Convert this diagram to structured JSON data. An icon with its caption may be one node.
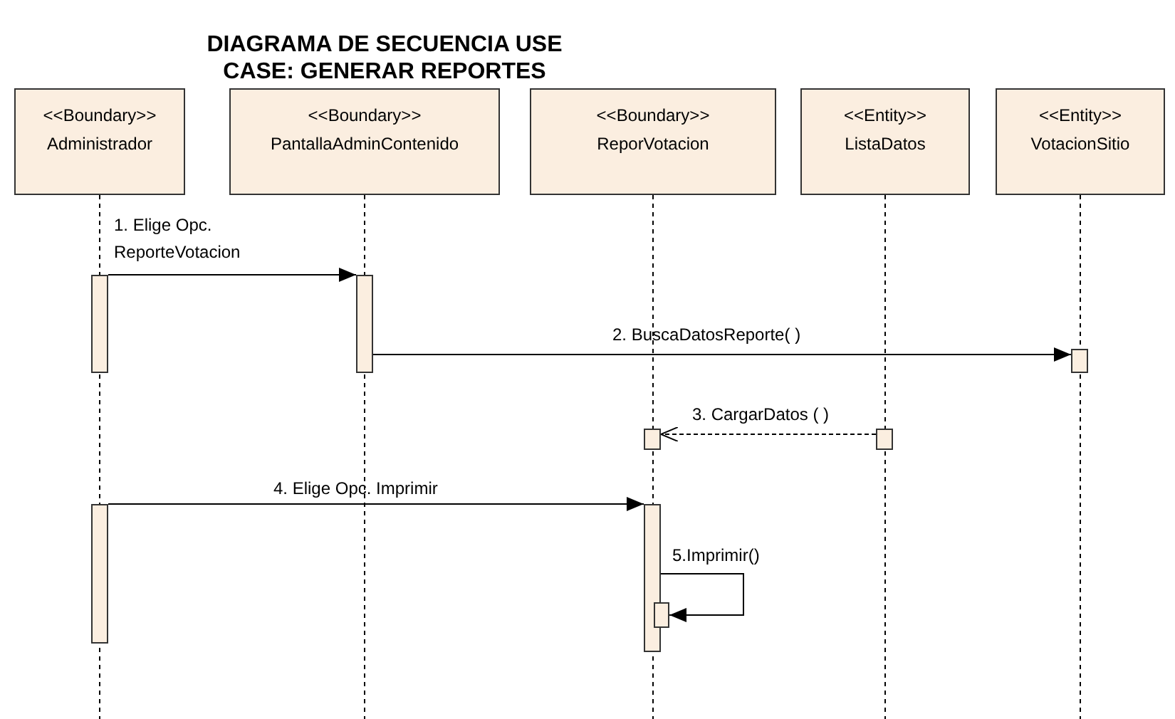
{
  "diagram": {
    "title": "DIAGRAMA DE SECUENCIA USE CASE: GENERAR REPORTES",
    "nodes": [
      {
        "text": [
          "<<Boundary>>",
          "Administrador"
        ]
      },
      {
        "text": [
          "<<Boundary>>",
          "PantallaAdminContenido"
        ]
      },
      {
        "text": [
          "<<Boundary>>",
          "ReporVotacion"
        ]
      },
      {
        "text": [
          "<<Entity>>",
          "ListaDatos"
        ]
      },
      {
        "text": [
          "<<Entity>>",
          "VotacionSitio"
        ]
      },
      {
        "text": [],
        "shape": "bar"
      },
      {
        "text": [],
        "shape": "bar"
      },
      {
        "text": [],
        "shape": "bar"
      },
      {
        "text": [],
        "shape": "bar"
      },
      {
        "text": [],
        "shape": "bar"
      },
      {
        "text": [],
        "shape": "bar"
      },
      {
        "text": [],
        "shape": "bar"
      },
      {
        "text": [],
        "shape": "bar"
      }
    ],
    "edges": [
      {
        "from": 5,
        "to": 6,
        "arrow": "to",
        "label": "1. Elige Opc. ReporteVotacion"
      },
      {
        "from": 6,
        "to": 7,
        "arrow": "to",
        "label": "2. BuscaDatosReporte( )"
      },
      {
        "from": 9,
        "to": 8,
        "arrow": "to",
        "label": "3. CargarDatos ( )",
        "style": "dashed"
      },
      {
        "from": 10,
        "to": 11,
        "arrow": "to",
        "label": "4. Elige Opc. Imprimir"
      },
      {
        "from": 11,
        "to": 12,
        "arrow": "to",
        "label": "5.Imprimir()"
      }
    ]
  }
}
